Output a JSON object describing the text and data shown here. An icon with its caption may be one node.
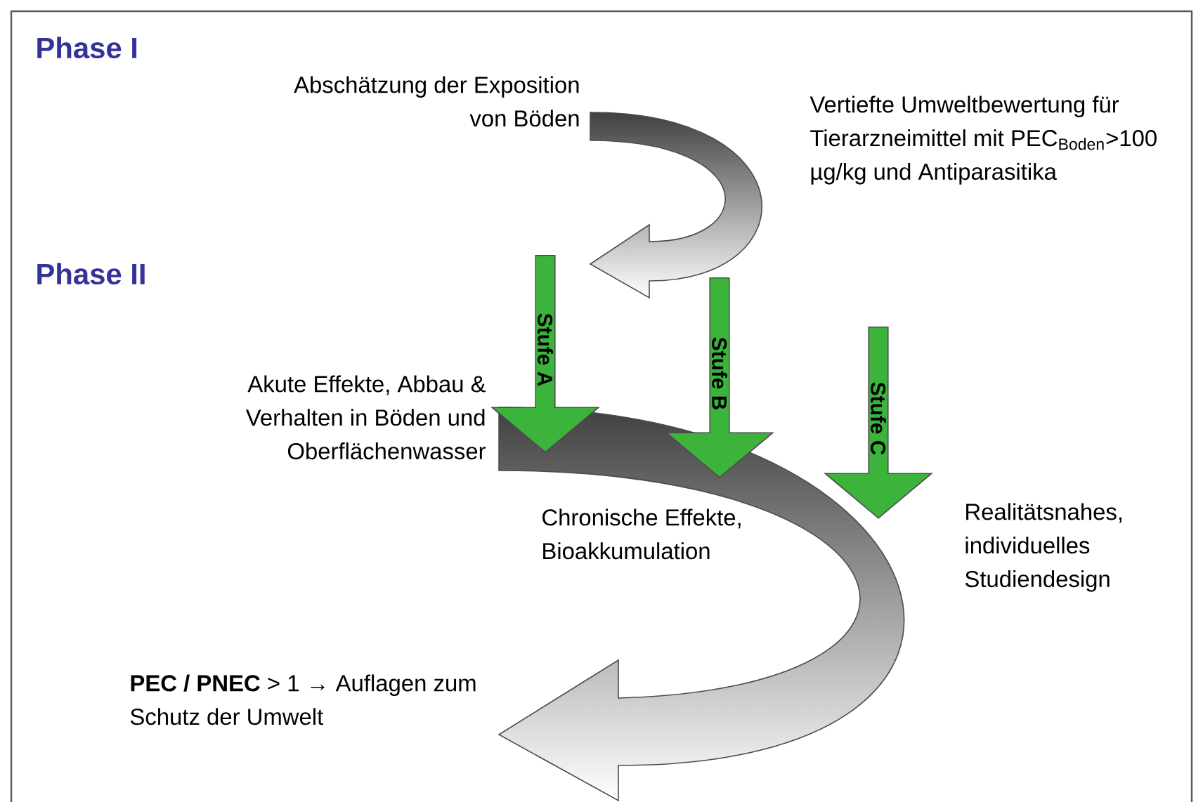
{
  "diagram": {
    "nodes": [
      {
        "text": [
          "Stufe A"
        ]
      },
      {
        "text": [
          "Stufe B"
        ]
      },
      {
        "text": [
          "Stufe C"
        ]
      }
    ],
    "labels": [
      "Phase I",
      "Abschätzung der Exposition von Böden",
      "Vertiefte Umweltbewertung für Tierarzneimittel mit PEC$_{Boden}$>100 µg/kg und Antiparasitika",
      "Phase II",
      "Akute Effekte, Abbau & Verhalten in Böden und Oberflächenwasser",
      "Chronische Effekte, Bioakkumulation",
      "Realitätsnahes, individuelles Studiendesign",
      "**PEC / PNEC** > 1 → Auflagen zum Schutz der Umwelt"
    ]
  }
}
